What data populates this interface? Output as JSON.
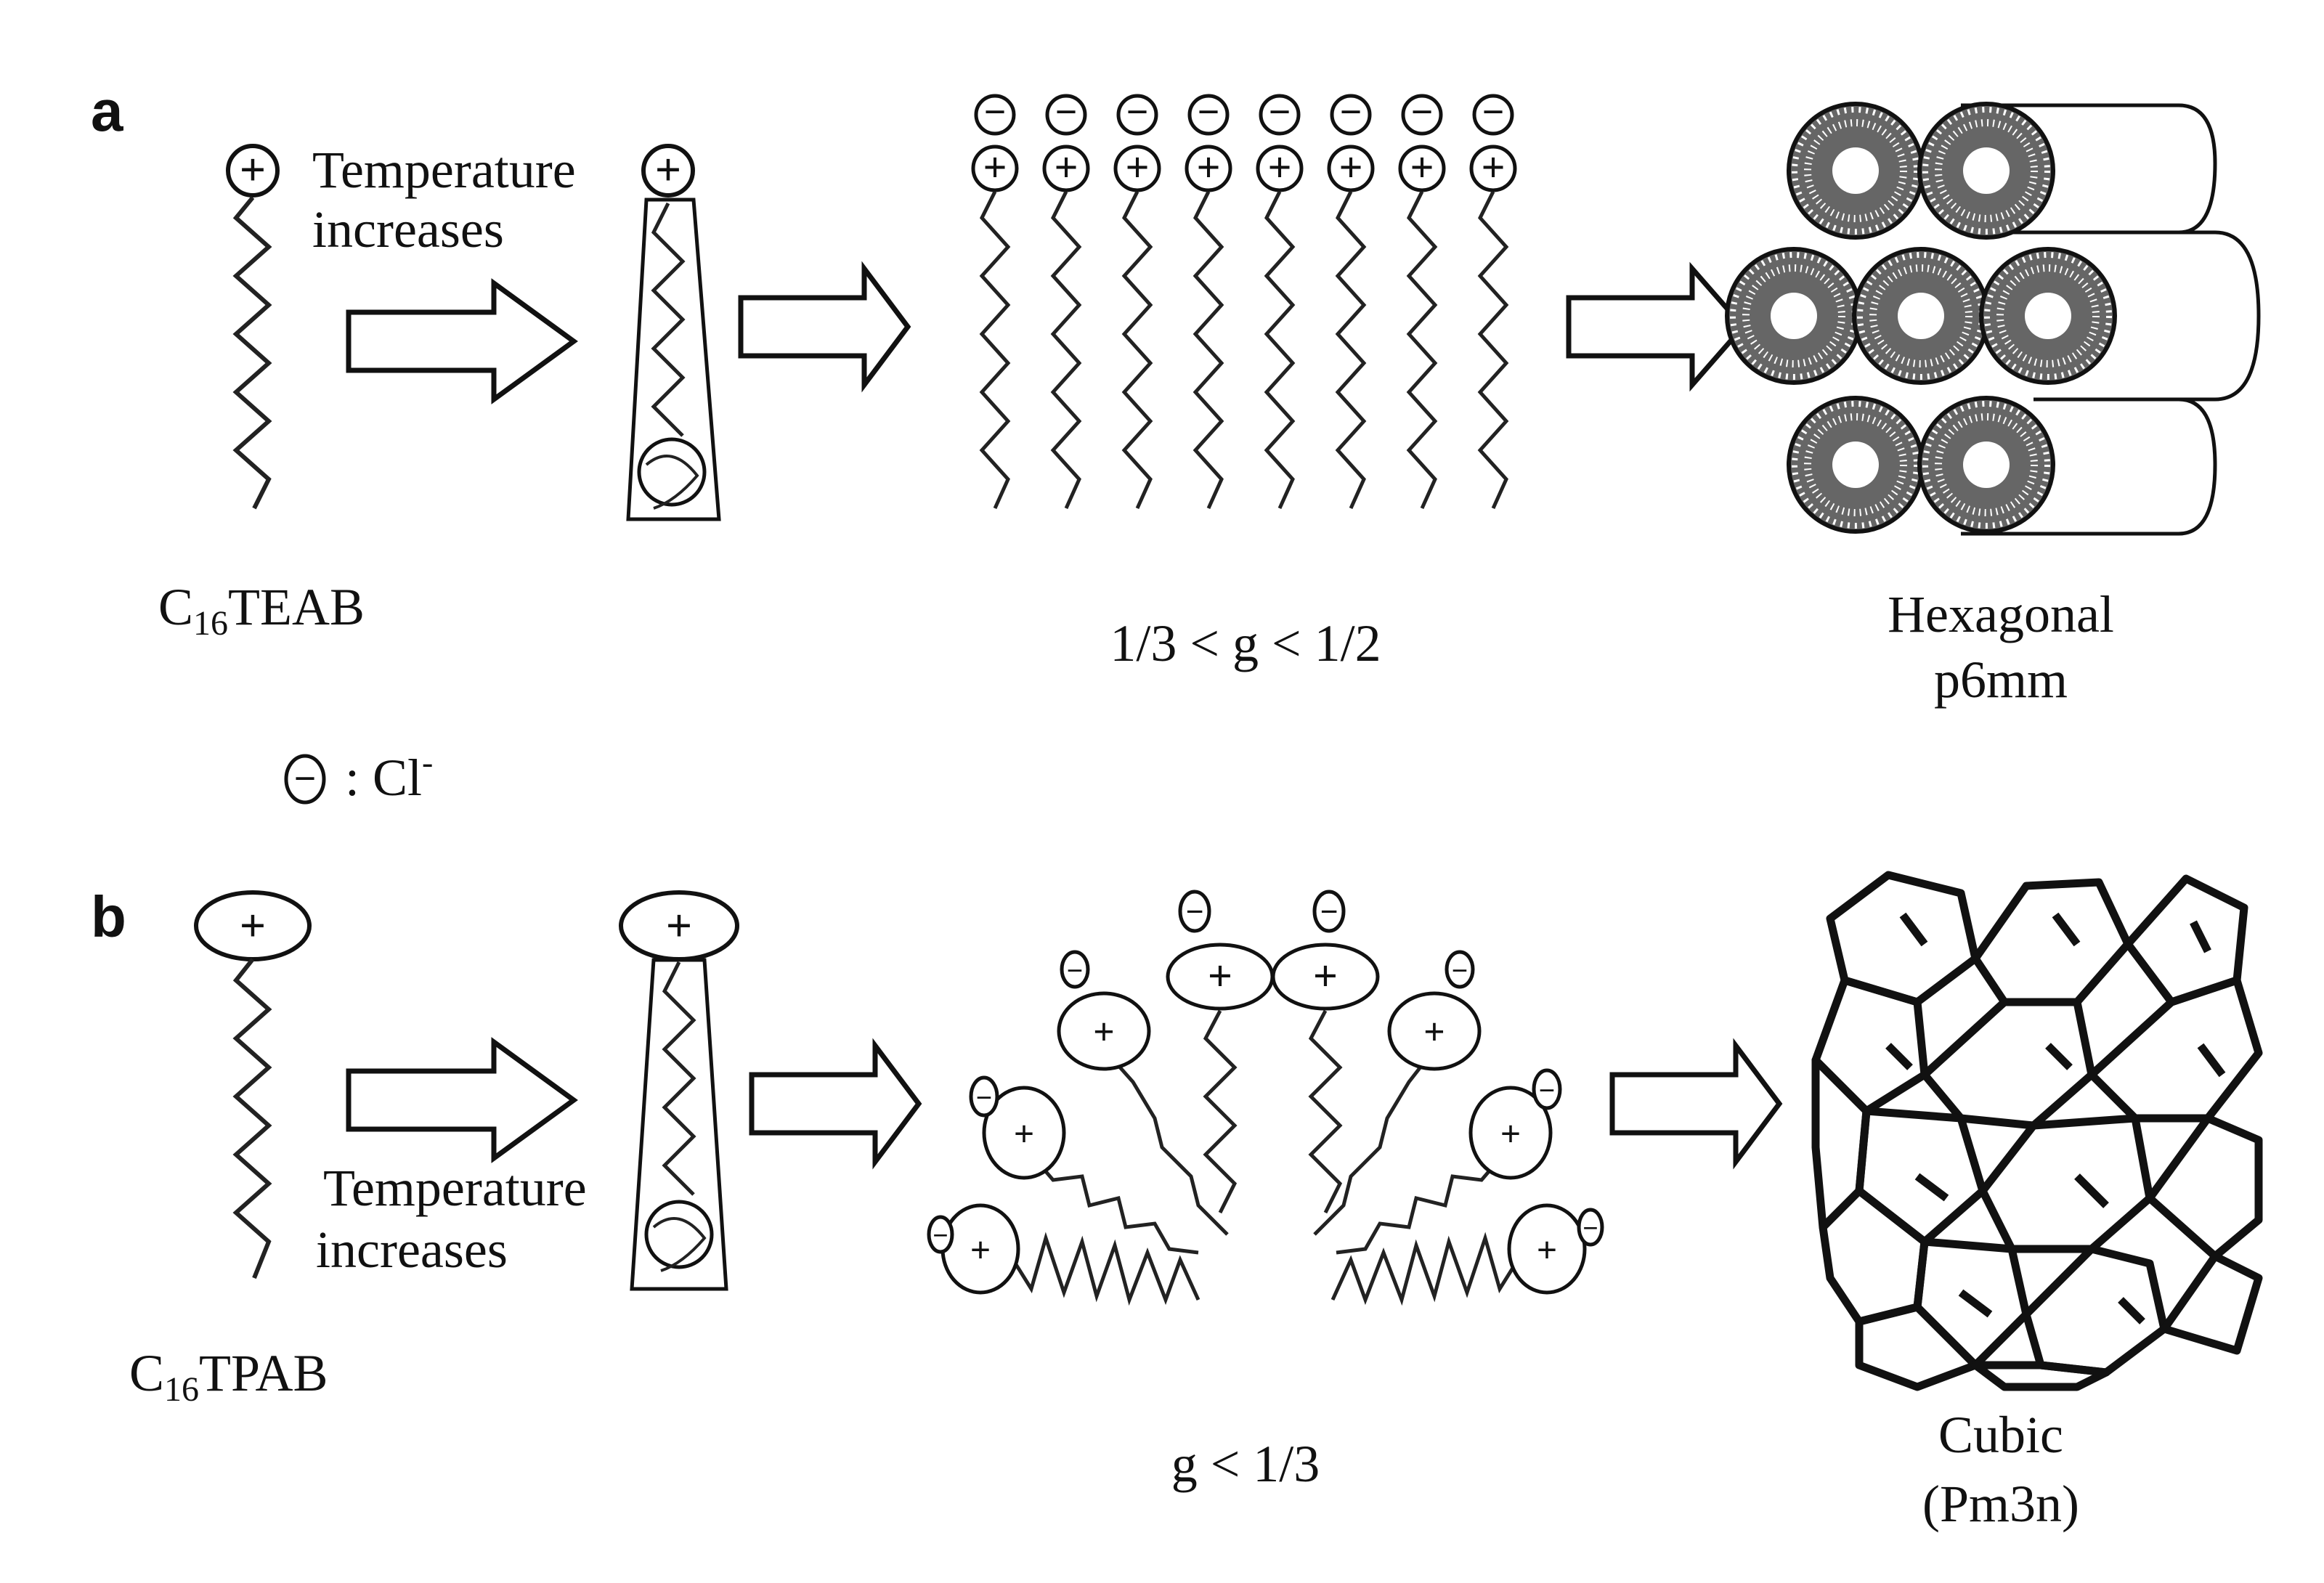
{
  "panel_a": {
    "label": "a",
    "temperature_label_line1": "Temperature",
    "temperature_label_line2": "increases",
    "surfactant_prefix": "C",
    "surfactant_subscript": "16",
    "surfactant_suffix": "TEAB",
    "packing_label": "1/3 < g < 1/2",
    "phase_line1": "Hexagonal",
    "phase_line2": "p6mm"
  },
  "legend": {
    "ion_text": ": Cl",
    "ion_superscript": "-"
  },
  "panel_b": {
    "label": "b",
    "temperature_label_line1": "Temperature",
    "temperature_label_line2": "increases",
    "surfactant_prefix": "C",
    "surfactant_subscript": "16",
    "surfactant_suffix": "TPAB",
    "packing_label": "g < 1/3",
    "phase_line1": "Cubic",
    "phase_line2": "(Pm3n)"
  },
  "symbols": {
    "plus": "+",
    "minus": "−"
  },
  "icons": [
    "cation-head-icon",
    "anion-icon",
    "alkyl-chain-icon",
    "arrow-right-icon",
    "hexagonal-cylinders-icon",
    "cubic-cage-icon"
  ]
}
